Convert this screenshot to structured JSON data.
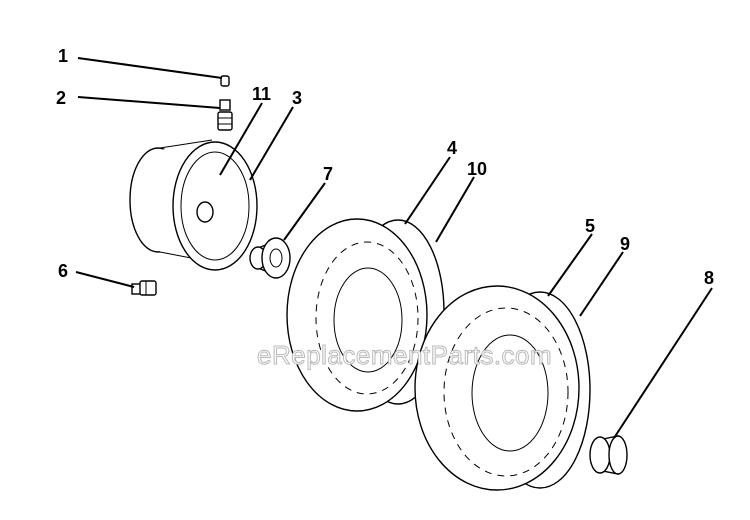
{
  "callouts": [
    {
      "id": "1",
      "label": "1"
    },
    {
      "id": "2",
      "label": "2"
    },
    {
      "id": "11",
      "label": "11"
    },
    {
      "id": "3",
      "label": "3"
    },
    {
      "id": "7",
      "label": "7"
    },
    {
      "id": "4",
      "label": "4"
    },
    {
      "id": "10",
      "label": "10"
    },
    {
      "id": "6",
      "label": "6"
    },
    {
      "id": "5",
      "label": "5"
    },
    {
      "id": "9",
      "label": "9"
    },
    {
      "id": "8",
      "label": "8"
    }
  ],
  "watermark": "eReplacementParts.com"
}
